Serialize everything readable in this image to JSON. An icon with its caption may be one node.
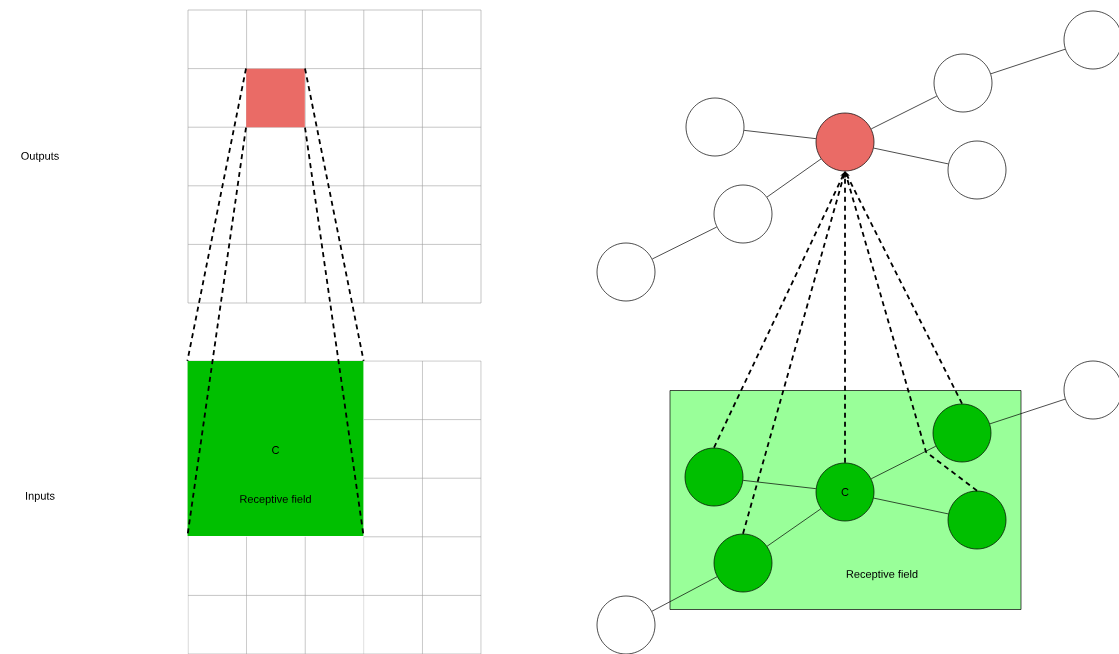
{
  "diagram": {
    "nodes": [
      {
        "text": [],
        "shape": "box"
      },
      {
        "text": [],
        "shape": "box",
        "in": 0
      },
      {
        "text": [],
        "shape": "box"
      },
      {
        "text": [
          "C",
          "Receptive field"
        ],
        "in": 2
      },
      {
        "text": [],
        "shape": "circle"
      },
      {
        "text": [],
        "shape": "circle"
      },
      {
        "text": [],
        "shape": "circle"
      },
      {
        "text": [],
        "shape": "circle"
      },
      {
        "text": [],
        "shape": "circle"
      },
      {
        "text": [],
        "shape": "circle"
      },
      {
        "text": [],
        "shape": "circle"
      },
      {
        "text": [],
        "shape": "circle"
      },
      {
        "text": [
          "Receptive field"
        ]
      },
      {
        "text": [],
        "shape": "circle",
        "in": 12
      },
      {
        "text": [],
        "shape": "circle",
        "in": 12
      },
      {
        "text": [
          "C"
        ],
        "in": 12
      },
      {
        "text": [],
        "shape": "circle",
        "in": 12
      },
      {
        "text": [],
        "shape": "circle",
        "in": 12
      },
      {
        "text": [],
        "shape": "circle"
      }
    ],
    "edges": [
      {
        "from": 1,
        "to": 3,
        "arrow": "none",
        "style": "dashed"
      },
      {
        "from": 1,
        "to": 3,
        "arrow": "none",
        "style": "dashed"
      },
      {
        "from": 1,
        "to": 3,
        "arrow": "none",
        "style": "dashed"
      },
      {
        "from": 1,
        "to": 3,
        "arrow": "none",
        "style": "dashed"
      },
      {
        "from": 7,
        "to": 6,
        "arrow": "none"
      },
      {
        "from": 7,
        "to": 5,
        "arrow": "none"
      },
      {
        "from": 5,
        "to": 4,
        "arrow": "none"
      },
      {
        "from": 7,
        "to": 8,
        "arrow": "none"
      },
      {
        "from": 7,
        "to": 9,
        "arrow": "none"
      },
      {
        "from": 9,
        "to": 10,
        "arrow": "none"
      },
      {
        "from": 14,
        "to": 15,
        "arrow": "none"
      },
      {
        "from": 15,
        "to": 13,
        "arrow": "none"
      },
      {
        "from": 13,
        "to": 11,
        "arrow": "none"
      },
      {
        "from": 15,
        "to": 16,
        "arrow": "none"
      },
      {
        "from": 15,
        "to": 17,
        "arrow": "none"
      },
      {
        "from": 17,
        "to": 18,
        "arrow": "none"
      },
      {
        "from": 14,
        "to": 7,
        "arrow": "to",
        "style": "dashed"
      },
      {
        "from": 17,
        "to": 7,
        "arrow": "to",
        "style": "dashed"
      },
      {
        "from": 15,
        "to": 7,
        "arrow": "to",
        "style": "dashed"
      },
      {
        "from": 13,
        "to": 7,
        "arrow": "to",
        "style": "dashed"
      },
      {
        "from": 16,
        "to": 7,
        "arrow": "to",
        "style": "dashed"
      }
    ],
    "labels": [
      "Outputs",
      "Inputs"
    ]
  }
}
